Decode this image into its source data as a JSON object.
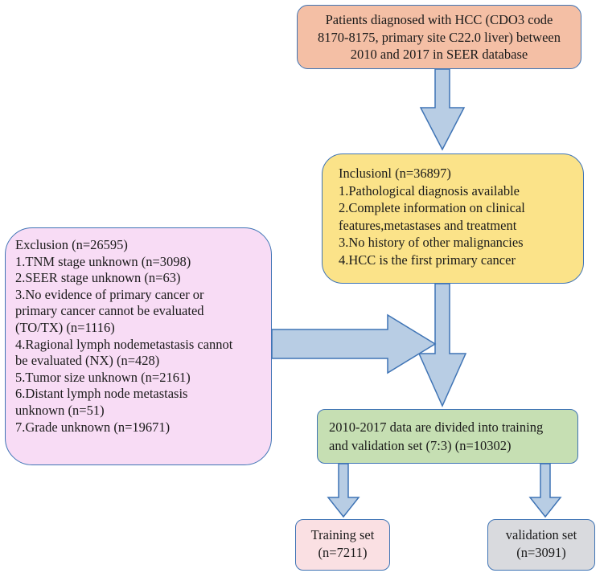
{
  "source": {
    "lines": [
      "Patients diagnosed with HCC (CDO3 code",
      "8170-8175, primary site C22.0 liver) between",
      "2010 and 2017 in SEER database"
    ]
  },
  "inclusion": {
    "lines": [
      "Inclusionl (n=36897)",
      "1.Pathological diagnosis available",
      "2.Complete information on clinical",
      "features,metastases and treatment",
      "3.No history of other malignancies",
      "4.HCC is the first primary cancer"
    ]
  },
  "exclusion": {
    "lines": [
      "Exclusion (n=26595)",
      "1.TNM stage unknown (n=3098)",
      "2.SEER stage unknown (n=63)",
      "3.No evidence of primary cancer or",
      "primary cancer cannot be evaluated",
      "(TO/TX) (n=1116)",
      "4.Ragional lymph nodemetastasis cannot",
      "be evaluated (NX) (n=428)",
      "5.Tumor size unknown (n=2161)",
      "6.Distant lymph node metastasis",
      "unknown (n=51)",
      "7.Grade unknown (n=19671)"
    ]
  },
  "split": {
    "lines": [
      "2010-2017 data are divided into training",
      "and validation set (7:3) (n=10302)"
    ]
  },
  "training": {
    "lines": [
      "Training set",
      "(n=7211)"
    ]
  },
  "validation": {
    "lines": [
      "validation set",
      "(n=3091)"
    ]
  },
  "colors": {
    "border": "#3f74b5",
    "arrow_fill": "#b8cde4",
    "source_fill": "#f4bfa5",
    "inclusion_fill": "#fbe389",
    "exclusion_fill": "#f8dcf5",
    "split_fill": "#c6dfb3",
    "training_fill": "#fae0e3",
    "validation_fill": "#d9dade"
  }
}
